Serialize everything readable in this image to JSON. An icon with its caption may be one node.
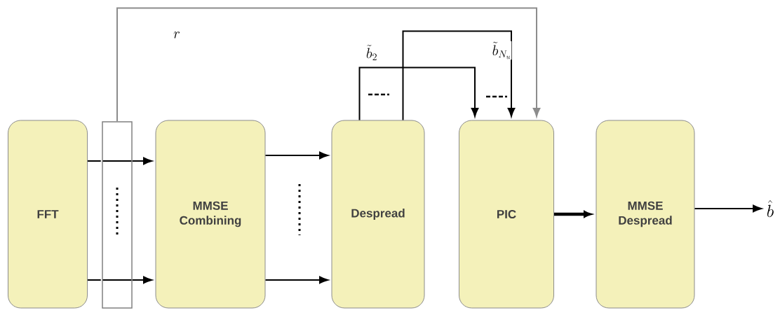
{
  "diagram": {
    "nodes": [
      {
        "text": [
          "FFT"
        ]
      },
      {
        "text": [],
        "shape": "box"
      },
      {
        "text": [
          "MMSE Combining"
        ]
      },
      {
        "text": [
          "Despread"
        ]
      },
      {
        "text": [
          "PIC"
        ]
      },
      {
        "text": [
          "MMSE Despread"
        ]
      },
      {
        "text": [
          "\\hat{b}"
        ]
      }
    ],
    "edges": [
      {
        "from": 0,
        "to": 1,
        "arrow": "none"
      },
      {
        "from": 1,
        "to": 2,
        "arrow": "to"
      },
      {
        "from": 0,
        "to": 1,
        "arrow": "none"
      },
      {
        "from": 1,
        "to": 2,
        "arrow": "to"
      },
      {
        "from": 1,
        "to": 4,
        "arrow": "to",
        "label": "r",
        "color": "#8c8c8c"
      },
      {
        "from": 2,
        "to": 3,
        "arrow": "to"
      },
      {
        "from": 2,
        "to": 3,
        "arrow": "to"
      },
      {
        "from": 3,
        "to": 4,
        "arrow": "to",
        "label": "\\tilde{b}_2"
      },
      {
        "from": 3,
        "to": 4,
        "arrow": "to",
        "label": "\\tilde{b}_{N_u}"
      },
      {
        "from": 4,
        "to": 5,
        "arrow": "to",
        "style": "thick"
      },
      {
        "from": 5,
        "to": 6,
        "arrow": "to"
      }
    ]
  }
}
